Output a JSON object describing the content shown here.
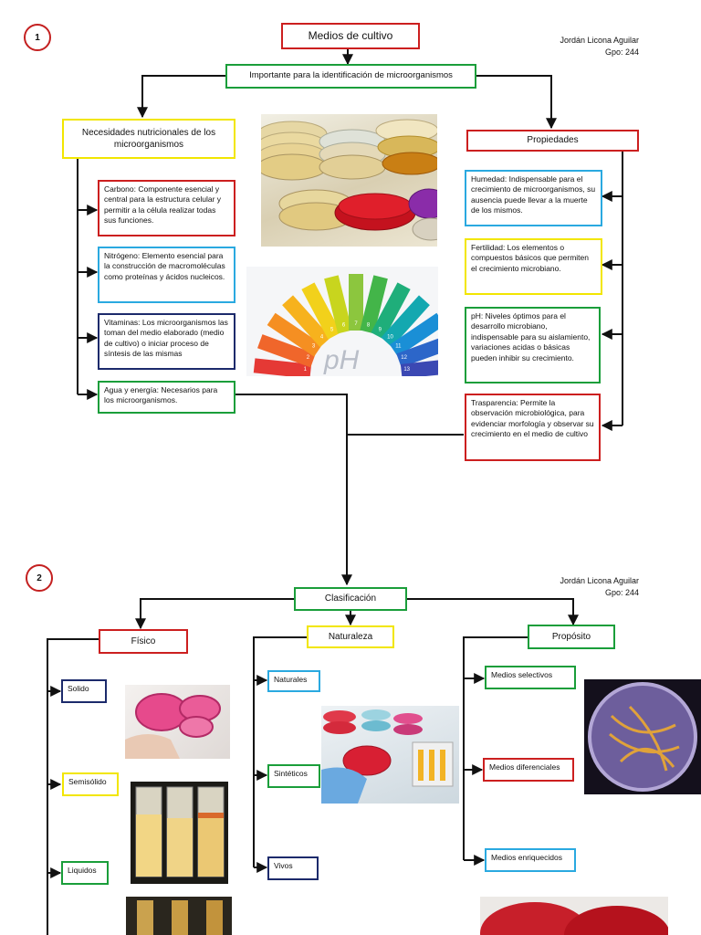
{
  "section1": {
    "badge": "1",
    "author": {
      "name": "Jordán Licona Aguilar",
      "group": "Gpo: 244"
    },
    "title": "Medios de cultivo",
    "subtitle": "Importante para la identificación de microorganismos",
    "left": {
      "header": "Necesidades nutricionales de los microorganismos",
      "items": [
        "Carbono: Componente esencial y central para la estructura celular y permitir a la célula realizar todas sus funciones.",
        "Nitrógeno: Elemento esencial para la construcción de macromoléculas como proteínas y ácidos nucleicos.",
        "Vitaminas: Los microorganismos las toman del medio elaborado (medio de cultivo) o iniciar proceso de síntesis de las mismas",
        "Agua y energía: Necesarios para los microorganismos."
      ]
    },
    "right": {
      "header": "Propiedades",
      "items": [
        "Humedad: Indispensable para el crecimiento de microorganismos, su ausencia puede llevar a la muerte de los mismos.",
        "Fertilidad: Los elementos o compuestos básicos que permiten el crecimiento microbiano.",
        "pH: Niveles óptimos para el desarrollo microbiano, indispensable para su aislamiento, variaciones acidas o básicas pueden inhibir su crecimiento.",
        "Trasparencia: Permite la observación microbiológica, para evidenciar morfología y observar su crecimiento en el medio de cultivo"
      ]
    },
    "ph_label": "pH",
    "ph_scale": [
      "1",
      "2",
      "3",
      "4",
      "5",
      "6",
      "7",
      "8",
      "9",
      "10",
      "11",
      "12",
      "13"
    ]
  },
  "section2": {
    "badge": "2",
    "author": {
      "name": "Jordán Licona Aguilar",
      "group": "Gpo: 244"
    },
    "title": "Clasificación",
    "columns": [
      {
        "header": "Físico",
        "items": [
          "Solido",
          "Semisólido",
          "Liquidos"
        ]
      },
      {
        "header": "Naturaleza",
        "items": [
          "Naturales",
          "Sintéticos",
          "Vivos"
        ]
      },
      {
        "header": "Propósito",
        "items": [
          "Medios selectivos",
          "Medios diferenciales",
          "Medios enriquecidos"
        ]
      }
    ]
  },
  "colors": {
    "red": "#cc1f1f",
    "green": "#1a9e3a",
    "yellow": "#f2e600",
    "blue": "#2aa9e0",
    "navy": "#1c2a6b",
    "connector": "#111111"
  }
}
